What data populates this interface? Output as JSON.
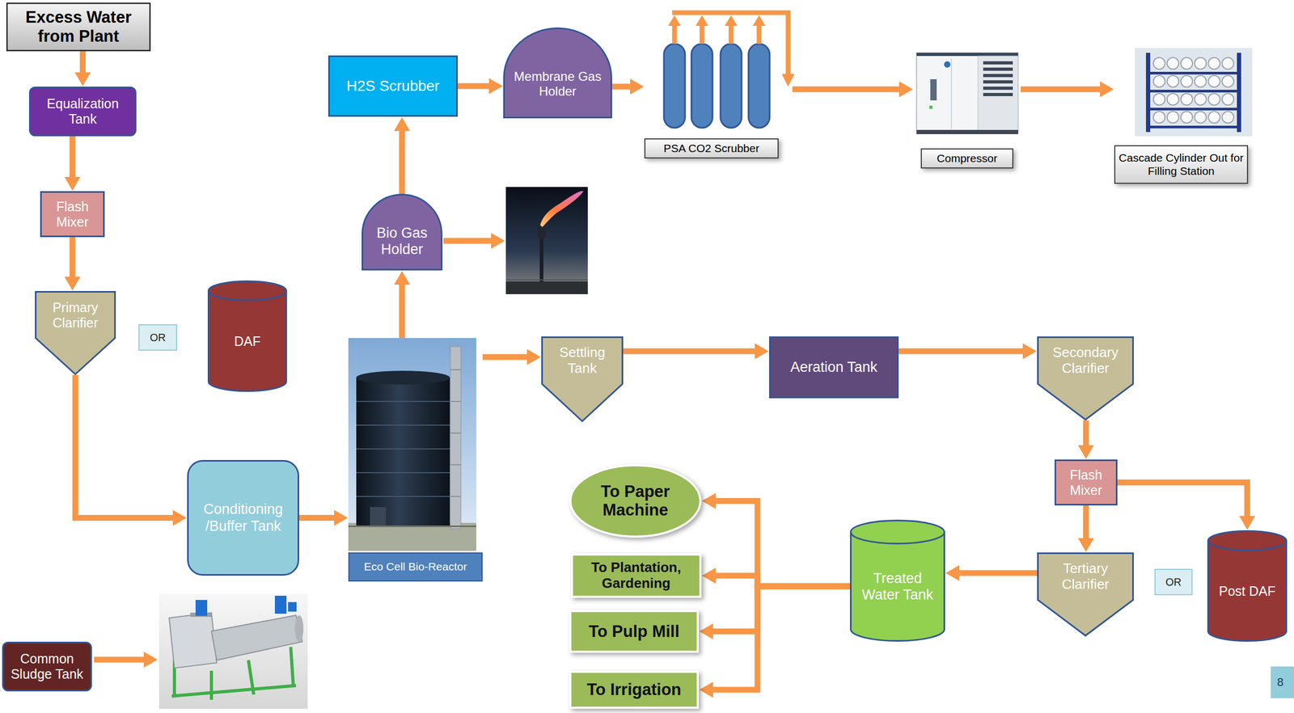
{
  "diagram": {
    "nodes": [
      {
        "text": [
          "Excess Water from Plant"
        ]
      },
      {
        "text": [
          "H2S Scrubber"
        ]
      },
      {
        "text": [
          "Membrane Gas Holder"
        ]
      },
      {
        "text": [
          "PSA CO2 Scrubber"
        ]
      },
      {
        "text": [
          "Compressor"
        ]
      },
      {
        "text": [
          "Cascade Cylinder Out for Filling Station"
        ]
      },
      {
        "text": [
          "Equalization Tank"
        ]
      },
      {
        "text": [
          "Flash Mixer"
        ]
      },
      {
        "text": [
          "Bio Gas Holder"
        ]
      },
      {
        "text": [
          "Primary Clarifier"
        ]
      },
      {
        "text": [
          "OR"
        ]
      },
      {
        "text": [
          "DAF"
        ]
      },
      {
        "text": [
          "Eco Cell Bio-Reactor"
        ]
      },
      {
        "text": [
          "Settling Tank"
        ]
      },
      {
        "text": [
          "Aeration Tank"
        ]
      },
      {
        "text": [
          "Secondary Clarifier"
        ]
      },
      {
        "text": [
          "Flash Mixer"
        ]
      },
      {
        "text": [
          "Conditioning /Buffer Tank"
        ]
      },
      {
        "text": [
          "To Paper Machine"
        ]
      },
      {
        "text": [
          "Treated Water Tank"
        ]
      },
      {
        "text": [
          "Tertiary Clarifier"
        ]
      },
      {
        "text": [
          "OR"
        ]
      },
      {
        "text": [
          "Post DAF"
        ]
      },
      {
        "text": [
          "To Plantation, Gardening"
        ]
      },
      {
        "text": [
          "To Pulp Mill"
        ]
      },
      {
        "text": [
          "To Irrigation"
        ]
      },
      {
        "text": [
          "Common Sludge Tank"
        ]
      }
    ],
    "edges": [
      {
        "from": 0,
        "to": 6,
        "arrow": "to"
      },
      {
        "from": 6,
        "to": 7,
        "arrow": "to"
      },
      {
        "from": 7,
        "to": 9,
        "arrow": "to"
      },
      {
        "from": 9,
        "to": 17,
        "arrow": "to"
      },
      {
        "from": 17,
        "to": 12,
        "arrow": "to"
      },
      {
        "from": 12,
        "to": 8,
        "arrow": "to"
      },
      {
        "from": 8,
        "to": 1,
        "arrow": "to"
      },
      {
        "from": 1,
        "to": 2,
        "arrow": "to"
      },
      {
        "from": 2,
        "to": 3,
        "arrow": "to"
      },
      {
        "from": 3,
        "to": 4,
        "arrow": "to"
      },
      {
        "from": 4,
        "to": 5,
        "arrow": "to"
      },
      {
        "from": 12,
        "to": 13,
        "arrow": "to"
      },
      {
        "from": 13,
        "to": 14,
        "arrow": "to"
      },
      {
        "from": 14,
        "to": 15,
        "arrow": "to"
      },
      {
        "from": 15,
        "to": 16,
        "arrow": "to"
      },
      {
        "from": 16,
        "to": 20,
        "arrow": "to"
      },
      {
        "from": 16,
        "to": 22,
        "arrow": "to"
      },
      {
        "from": 20,
        "to": 19,
        "arrow": "to"
      },
      {
        "from": 19,
        "to": 18,
        "arrow": "to"
      },
      {
        "from": 19,
        "to": 23,
        "arrow": "to"
      },
      {
        "from": 19,
        "to": 24,
        "arrow": "to"
      },
      {
        "from": 19,
        "to": 25,
        "arrow": "to"
      }
    ],
    "labels": [
      "8"
    ]
  }
}
